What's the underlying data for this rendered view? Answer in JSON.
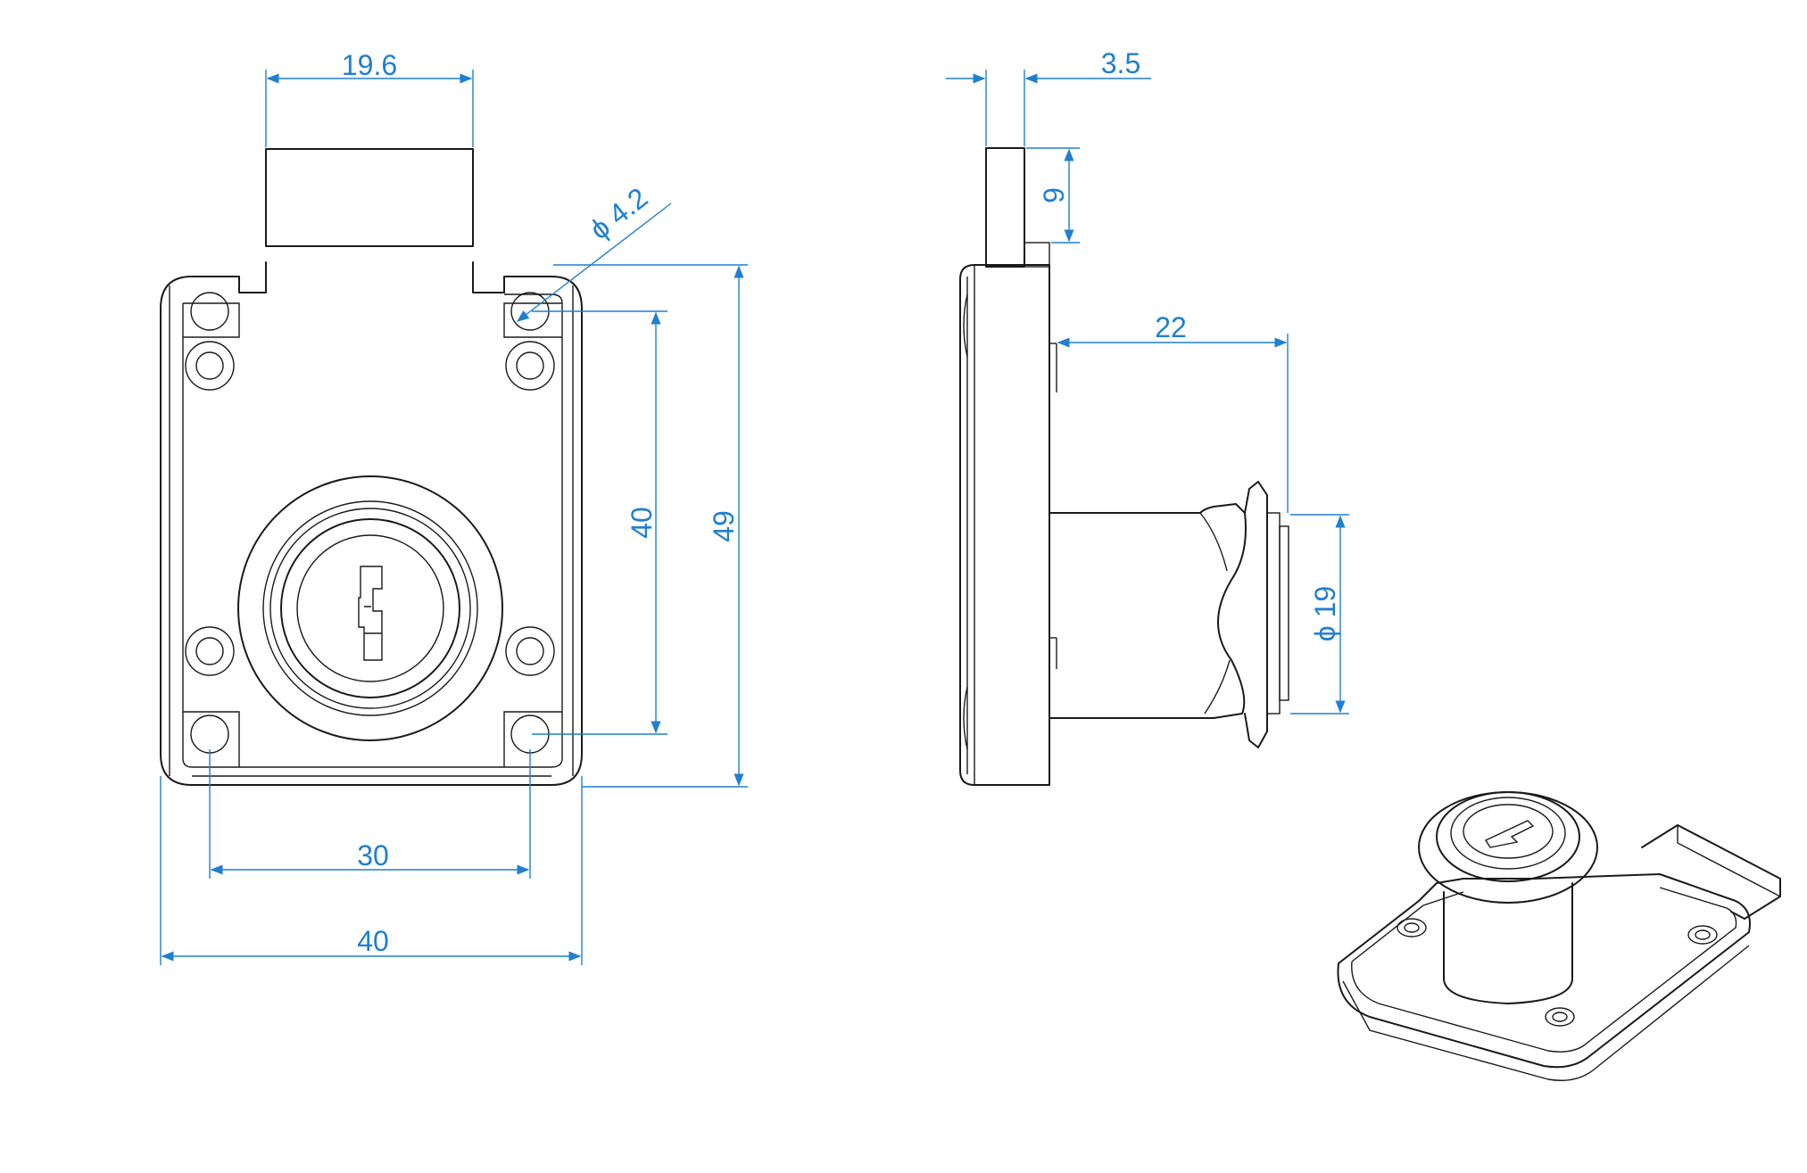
{
  "dimensions": {
    "front_slide_width": "19.6",
    "front_hole_diameter": "ϕ 4.2",
    "front_hole_spacing_vertical": "40",
    "front_overall_height": "49",
    "front_hole_spacing_horizontal": "30",
    "front_overall_width": "40",
    "side_plate_thickness": "3.5",
    "side_bolt_height": "9",
    "side_cylinder_length": "22",
    "side_cylinder_diameter": "ϕ 19"
  },
  "colors": {
    "line": "#1a1a1a",
    "dimension": "#1f7fd0",
    "background": "#ffffff"
  }
}
